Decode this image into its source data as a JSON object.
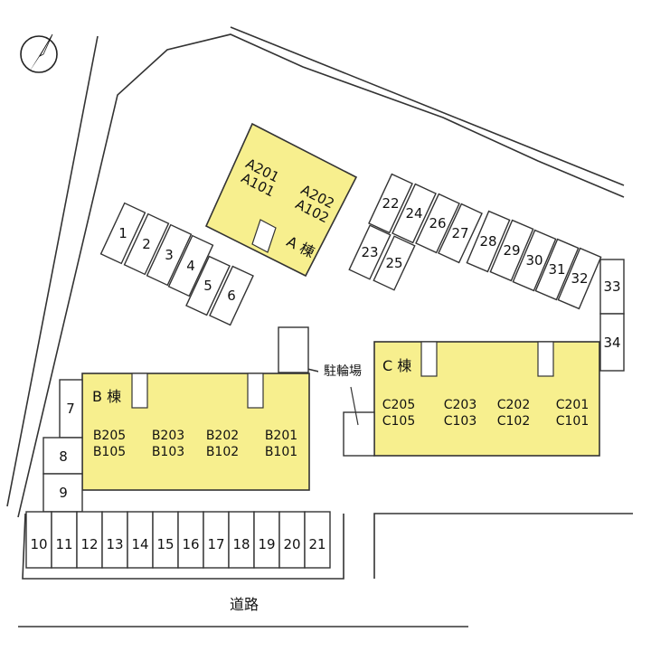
{
  "compass": {
    "icon": "north-arrow-icon"
  },
  "colors": {
    "building_fill": "#f7ef8e",
    "line": "#333333",
    "background": "#ffffff"
  },
  "buildings": {
    "a": {
      "title": "A 棟",
      "units": [
        "A201",
        "A101",
        "A202",
        "A102"
      ]
    },
    "b": {
      "title": "B 棟",
      "units": [
        "B205",
        "B105",
        "B203",
        "B103",
        "B202",
        "B102",
        "B201",
        "B101"
      ]
    },
    "c": {
      "title": "C 棟",
      "units": [
        "C205",
        "C105",
        "C203",
        "C103",
        "C202",
        "C102",
        "C201",
        "C101"
      ]
    }
  },
  "parking": {
    "group_1_6": [
      "1",
      "2",
      "3",
      "4",
      "5",
      "6"
    ],
    "group_7_9": [
      "7",
      "8",
      "9"
    ],
    "group_10_21": [
      "10",
      "11",
      "12",
      "13",
      "14",
      "15",
      "16",
      "17",
      "18",
      "19",
      "20",
      "21"
    ],
    "group_22_27": [
      "22",
      "23",
      "24",
      "25",
      "26",
      "27"
    ],
    "group_28_32": [
      "28",
      "29",
      "30",
      "31",
      "32"
    ],
    "group_33_34": [
      "33",
      "34"
    ]
  },
  "labels": {
    "bicycle_parking": "駐輪場",
    "road": "道路"
  }
}
